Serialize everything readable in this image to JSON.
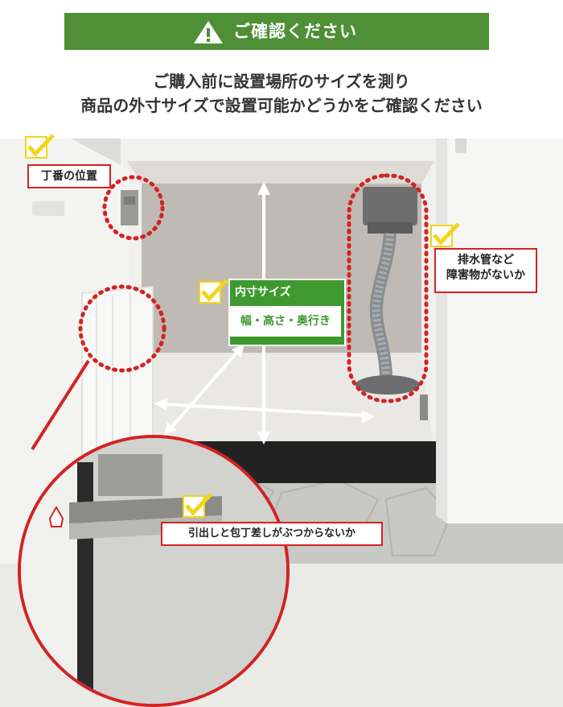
{
  "banner": {
    "title": "ご確認ください",
    "line1": "ご購入前に設置場所のサイズを測り",
    "line2": "商品の外寸サイズで設置可能かどうかをご確認ください"
  },
  "callouts": {
    "hinge": "丁番の位置",
    "pipe_line1": "排水管など",
    "pipe_line2": "障害物がないか",
    "drawer": "引出しと包丁差しがぶつからないか"
  },
  "dimension": {
    "title": "内寸サイズ",
    "detail": "幅・高さ・奥行き"
  },
  "colors": {
    "green": "#4f8f35",
    "red": "#d32323",
    "yellow": "#f2d51a"
  }
}
